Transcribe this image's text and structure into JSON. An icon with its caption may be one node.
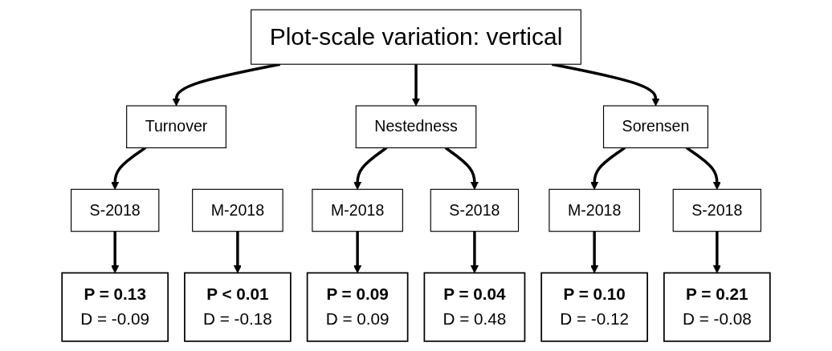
{
  "diagram": {
    "nodes": [
      {
        "text": [
          "Plot-scale variation: vertical"
        ]
      },
      {
        "text": [
          "Turnover"
        ]
      },
      {
        "text": [
          "Nestedness"
        ]
      },
      {
        "text": [
          "Sorensen"
        ]
      },
      {
        "text": [
          "M-2018"
        ]
      },
      {
        "text": [
          "S-2018"
        ]
      },
      {
        "text": [
          "M-2018"
        ]
      },
      {
        "text": [
          "S-2018"
        ]
      },
      {
        "text": [
          "M-2018"
        ]
      },
      {
        "text": [
          "S-2018"
        ]
      },
      {
        "text": [
          "P < 0.01",
          "D = -0.18"
        ]
      },
      {
        "text": [
          "P = 0.13",
          "D = -0.09"
        ]
      },
      {
        "text": [
          "P = 0.09",
          "D = 0.09"
        ]
      },
      {
        "text": [
          "P = 0.04",
          "D = 0.48"
        ]
      },
      {
        "text": [
          "P = 0.10",
          "D = -0.12"
        ]
      },
      {
        "text": [
          "P = 0.21",
          "D = -0.08"
        ]
      }
    ],
    "edges": [
      {
        "from": 0,
        "to": 1,
        "arrow": "to"
      },
      {
        "from": 0,
        "to": 2,
        "arrow": "to"
      },
      {
        "from": 0,
        "to": 3,
        "arrow": "to"
      },
      {
        "from": 1,
        "to": 5,
        "arrow": "to"
      },
      {
        "from": 2,
        "to": 6,
        "arrow": "to"
      },
      {
        "from": 2,
        "to": 7,
        "arrow": "to"
      },
      {
        "from": 3,
        "to": 8,
        "arrow": "to"
      },
      {
        "from": 3,
        "to": 9,
        "arrow": "to"
      },
      {
        "from": 4,
        "to": 10,
        "arrow": "to"
      },
      {
        "from": 5,
        "to": 11,
        "arrow": "to"
      },
      {
        "from": 6,
        "to": 12,
        "arrow": "to"
      },
      {
        "from": 7,
        "to": 13,
        "arrow": "to"
      },
      {
        "from": 8,
        "to": 14,
        "arrow": "to"
      },
      {
        "from": 9,
        "to": 15,
        "arrow": "to"
      }
    ]
  }
}
